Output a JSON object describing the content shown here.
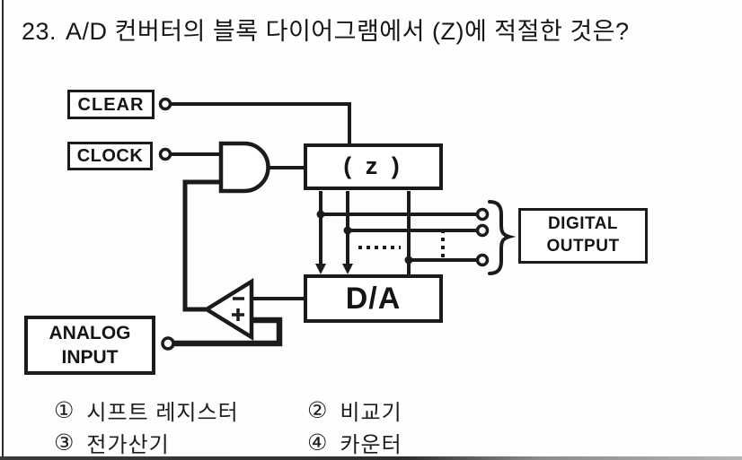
{
  "question": {
    "number": "23.",
    "text": "A/D 컨버터의 블록 다이어그램에서 (Z)에 적절한 것은?"
  },
  "diagram": {
    "blocks": {
      "clear": "CLEAR",
      "clock": "CLOCK",
      "z": "( z )",
      "da": "D/A",
      "digital_output_line1": "DIGITAL",
      "digital_output_line2": "OUTPUT",
      "analog_input_line1": "ANALOG",
      "analog_input_line2": "INPUT"
    },
    "icons": {
      "and_gate": "and-gate-icon",
      "comparator": "comparator-icon",
      "comparator_plus": "plus-icon",
      "comparator_minus": "minus-icon",
      "input_terminals": "terminal-circle-icon",
      "output_terminals": "terminal-circle-icon",
      "down_arrows": "arrow-down-icon",
      "output_group": "curly-brace-icon"
    },
    "colors": {
      "ink": "#1b1b1b",
      "background": "#ffffff"
    }
  },
  "options": [
    {
      "marker": "①",
      "label": "시프트 레지스터"
    },
    {
      "marker": "②",
      "label": "비교기"
    },
    {
      "marker": "③",
      "label": "전가산기"
    },
    {
      "marker": "④",
      "label": "카운터"
    }
  ]
}
